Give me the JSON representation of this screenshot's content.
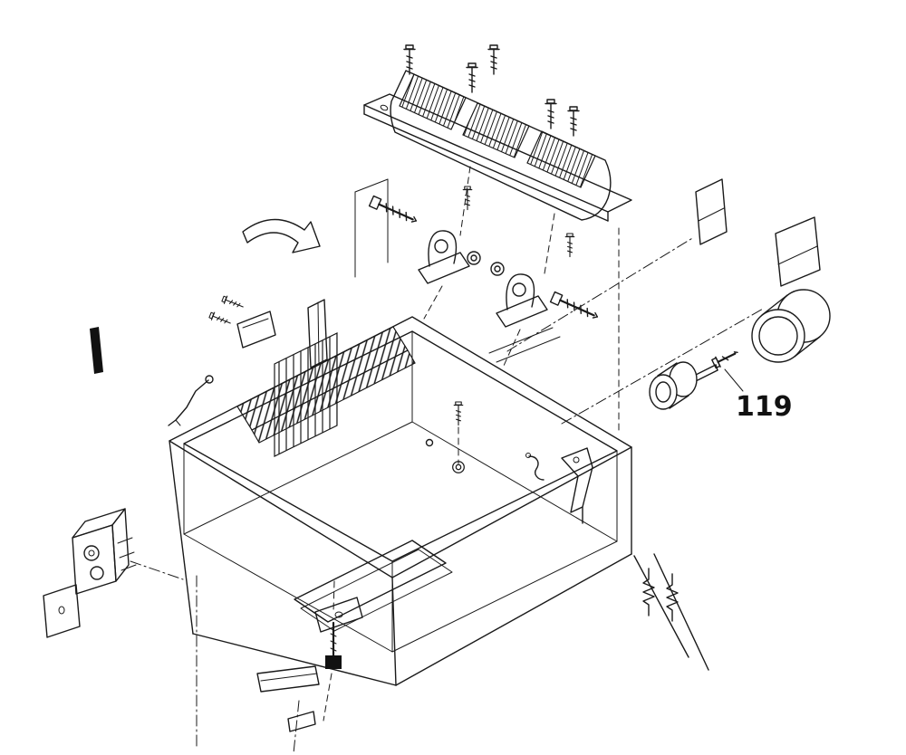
{
  "page": {
    "background": "#ffffff",
    "line_color": "#1a1a1a",
    "description": "Exploded parts line diagram of a bench-top machine chassis"
  },
  "callouts": [
    {
      "id": "119",
      "text": "119",
      "target": "set-screw"
    }
  ],
  "parts": [
    "top-screws",
    "heatsink-assembly",
    "mounting-plate",
    "pivot-brackets",
    "washers",
    "bolts",
    "shim-plates",
    "hose-ring",
    "motor-coupling",
    "set-screw-119",
    "chassis-box",
    "vent-slots",
    "comb-bracket",
    "wire-clamp",
    "interior-fasteners",
    "drain-bracket",
    "switch-assembly",
    "switch-plate",
    "spring-clip",
    "felt-pad",
    "rotation-arrow",
    "bottom-fasteners",
    "base-plates",
    "leg-springs",
    "alignment-lines",
    "back-panel"
  ]
}
